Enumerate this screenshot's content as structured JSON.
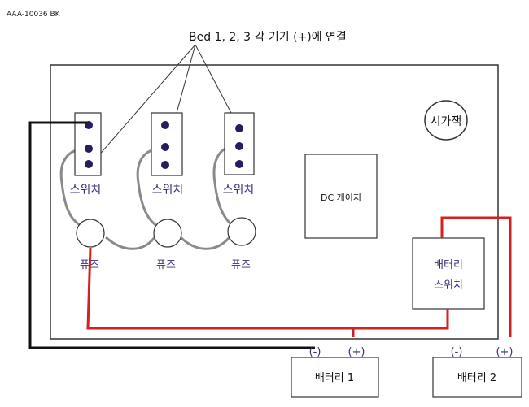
{
  "header": {
    "doc_code": "AAA-10036 BK"
  },
  "annotation": {
    "bed_note": "Bed 1, 2, 3 각 기기 (+)에 연결"
  },
  "panel": {
    "cigar_label": "시가잭",
    "dc_gauge_label": "DC 게이지",
    "battery_switch_line1": "배터리",
    "battery_switch_line2": "스위치"
  },
  "switches": [
    {
      "label": "스위치"
    },
    {
      "label": "스위치"
    },
    {
      "label": "스위치"
    }
  ],
  "fuses": [
    {
      "label": "퓨즈"
    },
    {
      "label": "퓨즈"
    },
    {
      "label": "퓨즈"
    }
  ],
  "batteries": [
    {
      "label": "배터리 1",
      "neg": "(-)",
      "pos": "(+)"
    },
    {
      "label": "배터리 2",
      "neg": "(-)",
      "pos": "(+)"
    }
  ],
  "colors": {
    "wire_red": "#d42020",
    "wire_black": "#111111",
    "dot": "#2a1a5e",
    "text_purple": "#3b2a7a",
    "wire_gray": "#8a8a8a"
  }
}
